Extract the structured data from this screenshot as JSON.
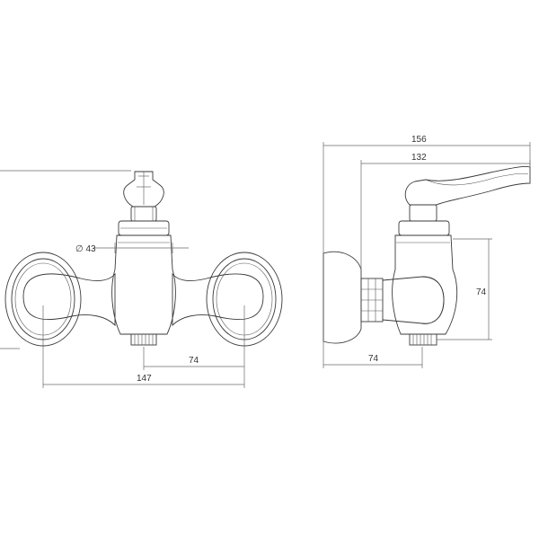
{
  "front_view": {
    "diameter_label": "∅ 43",
    "center_spacing_label": "74",
    "overall_width_label": "147"
  },
  "side_view": {
    "total_depth_label": "156",
    "lever_depth_label": "132",
    "height_label": "74",
    "outlet_depth_label": "74"
  }
}
